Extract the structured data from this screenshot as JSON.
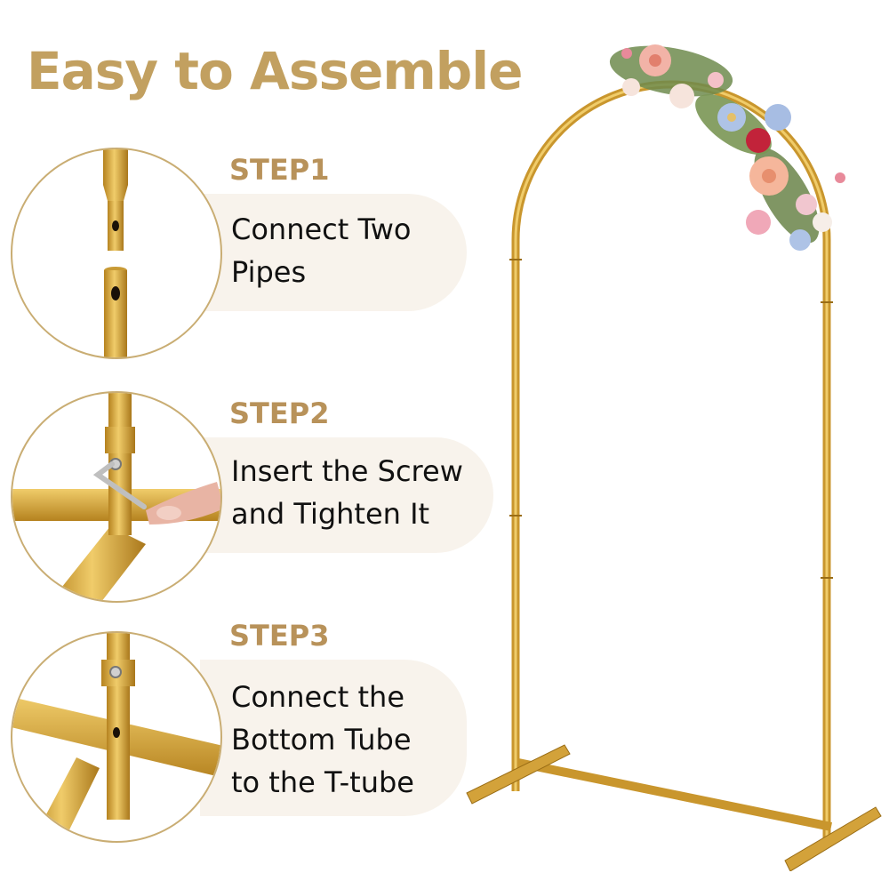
{
  "title": "Easy to Assemble",
  "steps": [
    {
      "label": "STEP1",
      "text": "Connect Two\nPipes"
    },
    {
      "label": "STEP2",
      "text": "Insert the Screw\nand Tighten It"
    },
    {
      "label": "STEP3",
      "text": "Connect the\nBottom Tube\nto the T-tube"
    }
  ],
  "colors": {
    "gold": "#d8aa3a",
    "title": "#c2a060",
    "step_label": "#b8925a",
    "pill": "#f8f3ec"
  }
}
